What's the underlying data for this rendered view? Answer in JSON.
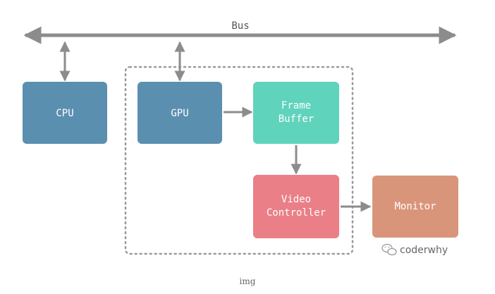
{
  "diagram": {
    "bus_label": "Bus",
    "nodes": {
      "cpu": {
        "label": "CPU",
        "color": "#5b8fb0"
      },
      "gpu": {
        "label": "GPU",
        "color": "#5b8fb0"
      },
      "frame_buffer": {
        "line1": "Frame",
        "line2": "Buffer",
        "color": "#5fd3bc"
      },
      "video_controller": {
        "line1": "Video",
        "line2": "Controller",
        "color": "#ea7f87"
      },
      "monitor": {
        "label": "Monitor",
        "color": "#d9957a"
      }
    },
    "arrow_color": "#8c8c8c",
    "group_border_color": "#9a9a9a"
  },
  "watermark": {
    "icon": "wechat-icon",
    "text": "coderwhy"
  },
  "caption": "img"
}
